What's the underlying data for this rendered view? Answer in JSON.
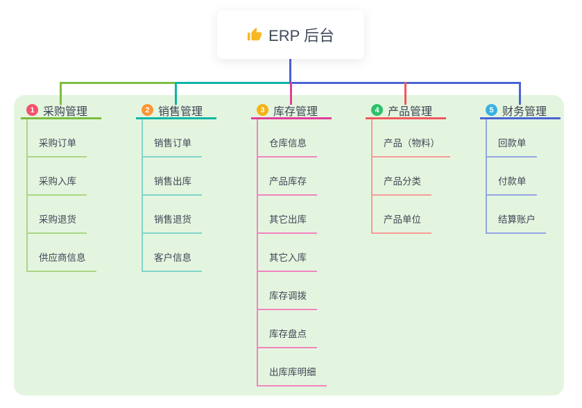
{
  "root": {
    "icon": "thumbs-up-icon",
    "label": "ERP 后台"
  },
  "colors": {
    "panel_bg": "#e4f5df",
    "stem_blue": "#4a5fd1",
    "root_text": "#3f4a59",
    "thumb_yellow": "#f6b921"
  },
  "branches": [
    {
      "number": "1",
      "label": "采购管理",
      "badge_color": "#f4516c",
      "line_color": "#7cbd3f",
      "line_soft": "#a9d584",
      "children": [
        "采购订单",
        "采购入库",
        "采购退货",
        "供应商信息"
      ]
    },
    {
      "number": "2",
      "label": "销售管理",
      "badge_color": "#fd9435",
      "line_color": "#0cb5a4",
      "line_soft": "#7fd5c9",
      "children": [
        "销售订单",
        "销售出库",
        "销售退货",
        "客户信息"
      ]
    },
    {
      "number": "3",
      "label": "库存管理",
      "badge_color": "#f7b113",
      "line_color": "#e03e98",
      "line_soft": "#f183bf",
      "children": [
        "仓库信息",
        "产品库存",
        "其它出库",
        "其它入库",
        "库存调拨",
        "库存盘点",
        "出库库明细"
      ]
    },
    {
      "number": "4",
      "label": "产品管理",
      "badge_color": "#2dc26b",
      "line_color": "#f2575d",
      "line_soft": "#f89a9a",
      "children": [
        "产品（物料）",
        "产品分类",
        "产品单位"
      ]
    },
    {
      "number": "5",
      "label": "财务管理",
      "badge_color": "#38b1e3",
      "line_color": "#4a63d4",
      "line_soft": "#92a5e2",
      "children": [
        "回款单",
        "付款单",
        "结算账户"
      ]
    }
  ]
}
